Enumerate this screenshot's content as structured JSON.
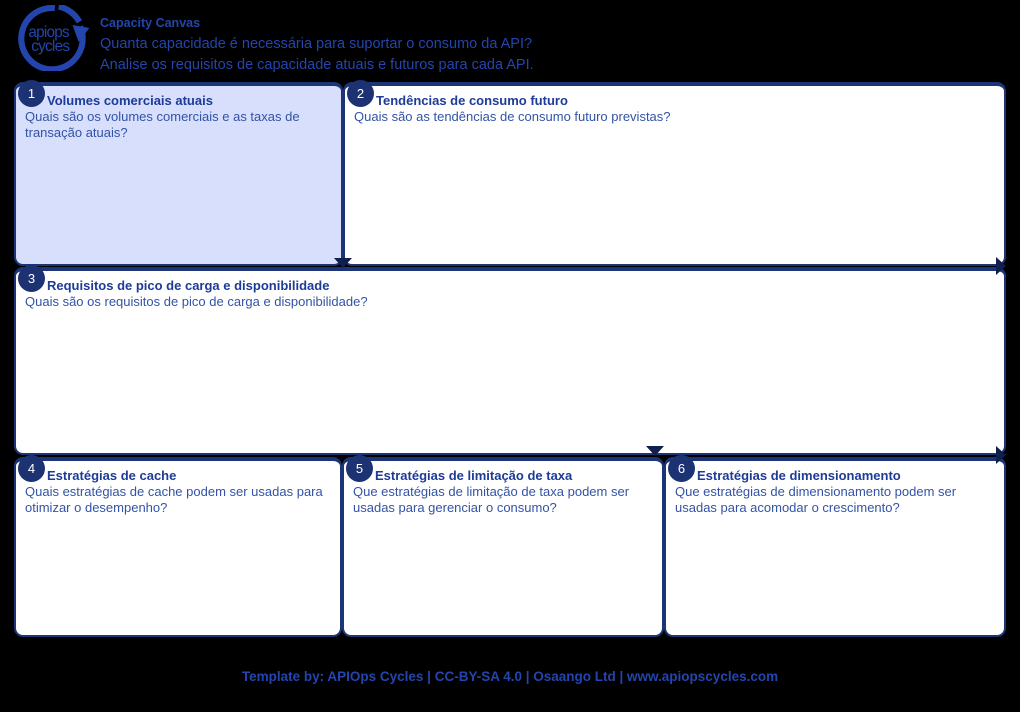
{
  "header": {
    "title": "Capacity Canvas",
    "subtitle1": "Quanta capacidade é necessária para suportar o consumo da API?",
    "subtitle2": "Analise os requisitos de capacidade atuais e futuros para cada API."
  },
  "logo": {
    "line1": "apiops",
    "line2": "cycles"
  },
  "cards": [
    {
      "number": "1",
      "title": "Volumes comerciais atuais",
      "question": "Quais são os volumes comerciais e as taxas de transação atuais?",
      "highlighted": true
    },
    {
      "number": "2",
      "title": "Tendências de consumo futuro",
      "question": "Quais são as tendências de consumo futuro previstas?",
      "highlighted": false
    },
    {
      "number": "3",
      "title": "Requisitos de pico de carga e disponibilidade",
      "question": "Quais são os requisitos de pico de carga e disponibilidade?",
      "highlighted": false
    },
    {
      "number": "4",
      "title": "Estratégias de cache",
      "question": "Quais estratégias de cache podem ser usadas para otimizar o desempenho?",
      "highlighted": false
    },
    {
      "number": "5",
      "title": "Estratégias de limitação de taxa",
      "question": "Que estratégias de limitação de taxa podem ser usadas para gerenciar o consumo?",
      "highlighted": false
    },
    {
      "number": "6",
      "title": "Estratégias de dimensionamento",
      "question": "Que estratégias de dimensionamento podem ser usadas para acomodar o crescimento?",
      "highlighted": false
    }
  ],
  "footer": {
    "credits": "Template by: APIOps Cycles | CC-BY-SA 4.0 | Osaango Ltd | www.apiopscycles.com"
  },
  "colors": {
    "bg": "#000000",
    "accent_blue": "#2445ad",
    "border_navy": "#1c3576",
    "badge_navy": "#1c3273",
    "title_navy": "#1d3b97",
    "body_blue": "#3253a6",
    "card1_fill": "#d7dffc",
    "card_fill": "#ffffff",
    "arrow_navy": "#101f4e"
  }
}
